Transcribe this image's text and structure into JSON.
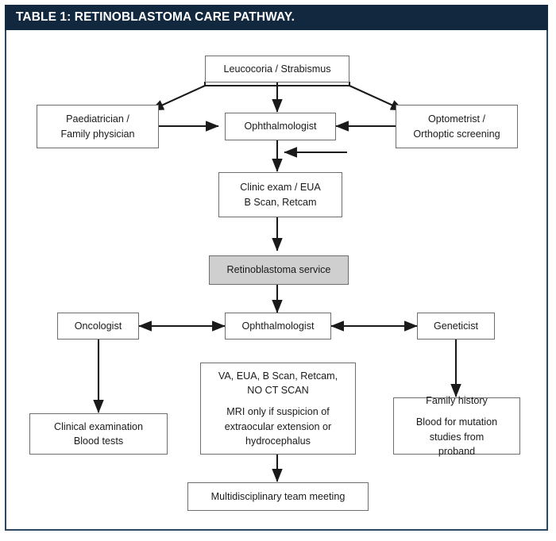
{
  "header": {
    "title": "TABLE 1: RETINOBLASTOMA CARE PATHWAY.",
    "bar_color": "#11283f",
    "frame_color": "#2d4662"
  },
  "diagram": {
    "type": "flowchart",
    "shaded_fill": "#cfcfcf",
    "box_border": "#6e6e6e",
    "arrow_color": "#1a1a1a",
    "nodes": {
      "presentation": {
        "line1": "Leucocoria / Strabismus"
      },
      "paediatrician": {
        "line1": "Paediatrician /",
        "line2": "Family physician"
      },
      "optometrist": {
        "line1": "Optometrist /",
        "line2": "Orthoptic screening"
      },
      "ophthalmologist_top": {
        "line1": "Ophthalmologist"
      },
      "clinic_exam": {
        "line1": "Clinic exam / EUA",
        "line2": "B Scan, Retcam"
      },
      "retinoblastoma_service": {
        "line1": "Retinoblastoma service"
      },
      "oncologist": {
        "line1": "Oncologist"
      },
      "ophthalmologist_mid": {
        "line1": "Ophthalmologist"
      },
      "geneticist": {
        "line1": "Geneticist"
      },
      "clinical_exam_blood": {
        "line1": "Clinical examination",
        "line2": "Blood tests"
      },
      "investigations": {
        "p1_line1": "VA, EUA, B Scan, Retcam,",
        "p1_line2": "NO CT SCAN",
        "p2_line1": "MRI only if suspicion of",
        "p2_line2": "extraocular extension or",
        "p2_line3": "hydrocephalus"
      },
      "genetics": {
        "p1_line1": "Family history",
        "p2_line1": "Blood for mutation",
        "p2_line2": "studies from",
        "p2_line3": "proband"
      },
      "mdt": {
        "line1": "Multidisciplinary team meeting"
      }
    },
    "edges": [
      {
        "from": "presentation",
        "to": "paediatrician",
        "style": "arrow-diagonal-left"
      },
      {
        "from": "presentation",
        "to": "ophthalmologist_top",
        "style": "arrow-down"
      },
      {
        "from": "presentation",
        "to": "optometrist",
        "style": "arrow-diagonal-right"
      },
      {
        "from": "paediatrician",
        "to": "ophthalmologist_top",
        "style": "arrow-right"
      },
      {
        "from": "optometrist",
        "to": "ophthalmologist_top",
        "style": "arrow-left"
      },
      {
        "from": "feedback-stub",
        "to": "ophthalmologist-down-line",
        "style": "arrow-left"
      },
      {
        "from": "ophthalmologist_top",
        "to": "clinic_exam",
        "style": "arrow-down"
      },
      {
        "from": "clinic_exam",
        "to": "retinoblastoma_service",
        "style": "arrow-down"
      },
      {
        "from": "retinoblastoma_service",
        "to": "ophthalmologist_mid",
        "style": "arrow-down"
      },
      {
        "from": "oncologist",
        "to": "ophthalmologist_mid",
        "style": "arrow-both"
      },
      {
        "from": "ophthalmologist_mid",
        "to": "geneticist",
        "style": "arrow-both"
      },
      {
        "from": "oncologist",
        "to": "clinical_exam_blood",
        "style": "arrow-down"
      },
      {
        "from": "geneticist",
        "to": "genetics",
        "style": "arrow-down"
      },
      {
        "from": "investigations",
        "to": "mdt",
        "style": "arrow-down"
      }
    ]
  }
}
